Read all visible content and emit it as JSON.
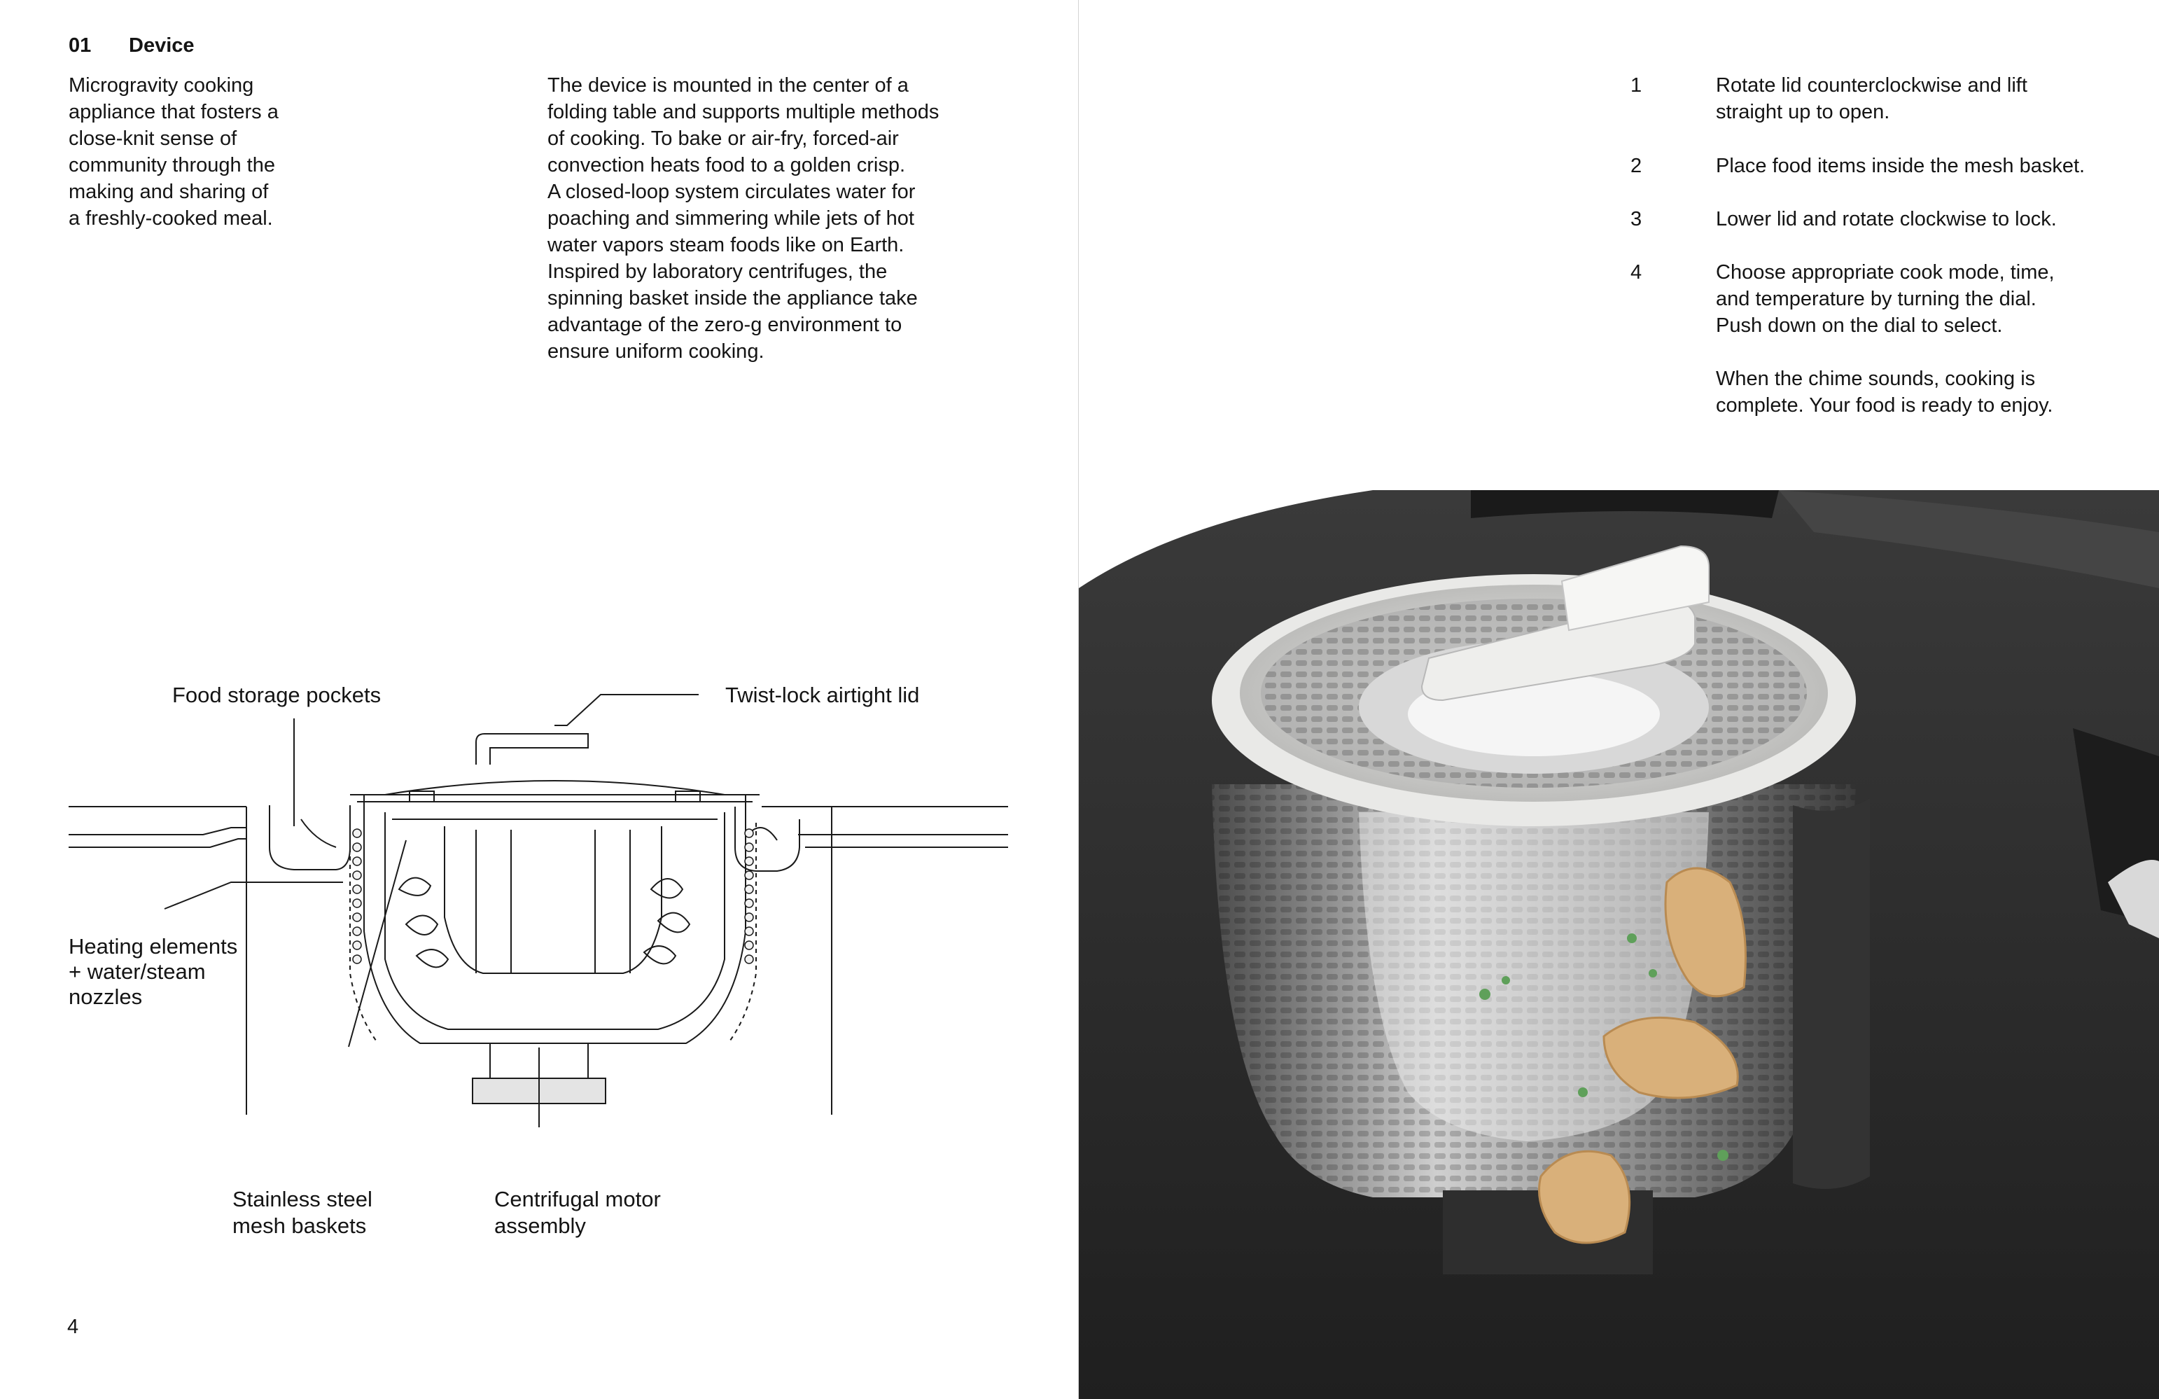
{
  "left": {
    "section_number": "01",
    "section_title": "Device",
    "intro": "Microgravity cooking\nappliance that fosters a\nclose-knit sense of\ncommunity through the\nmaking and sharing of\na freshly-cooked meal.",
    "body": "The device is mounted in the center of a\nfolding table and supports multiple methods\nof cooking. To bake or air-fry, forced-air\nconvection heats food to a golden crisp.\nA closed-loop system circulates water for\npoaching and simmering while jets of hot\nwater vapors steam foods like on Earth.\nInspired by laboratory centrifuges, the\nspinning basket inside the appliance take\nadvantage of the zero-g environment to\nensure uniform cooking.",
    "page_number": "4"
  },
  "diagram": {
    "labels": {
      "food_storage": "Food storage pockets",
      "lid": "Twist-lock airtight lid",
      "heating": "Heating elements\n+ water/steam\nnozzles",
      "baskets": "Stainless steel\nmesh baskets",
      "motor": "Centrifugal motor\nassembly"
    }
  },
  "right": {
    "steps": [
      {
        "num": "1",
        "text": "Rotate lid counterclockwise and lift\nstraight up to open."
      },
      {
        "num": "2",
        "text": "Place food items inside the mesh basket."
      },
      {
        "num": "3",
        "text": "Lower lid and rotate clockwise to lock."
      },
      {
        "num": "4",
        "text": "Choose appropriate cook mode, time,\nand temperature by turning the dial.\nPush down on the dial to select."
      }
    ],
    "closing": "When the chime sounds, cooking is\ncomplete. Your food is ready to enjoy."
  },
  "colors": {
    "text": "#141414",
    "line": "#1a1a1a",
    "table_dark": "#2b2b2b",
    "lid_white": "#e9e9e7",
    "dumpling": "#d9b07a"
  }
}
